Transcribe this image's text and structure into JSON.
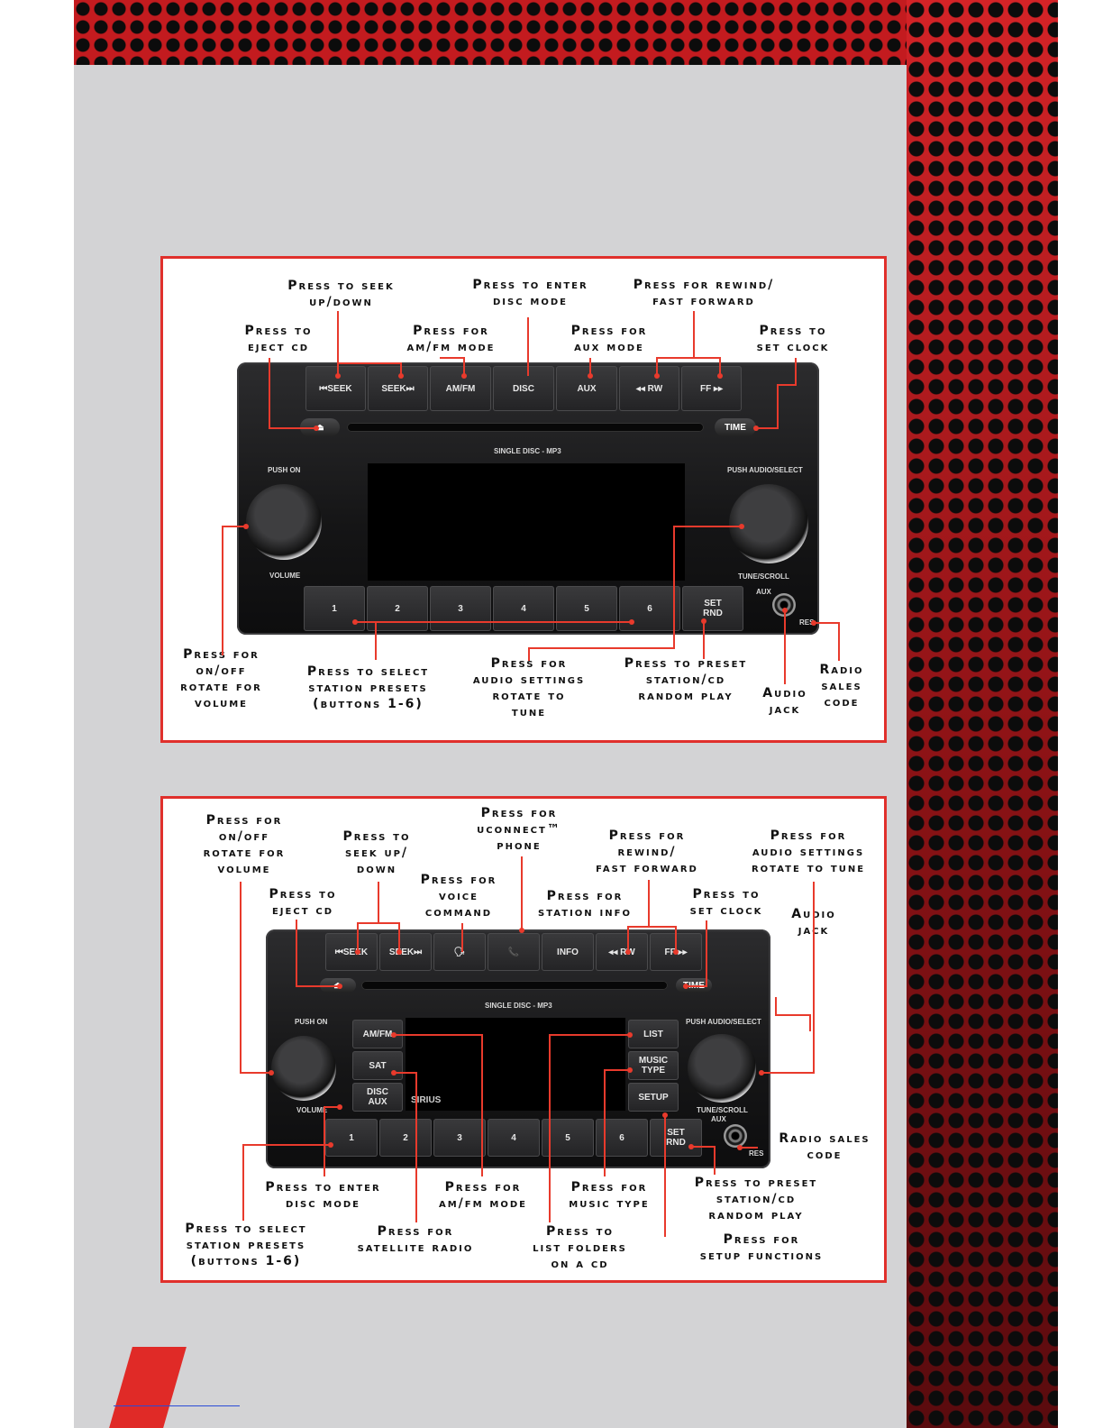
{
  "diagram1": {
    "radio": {
      "buttons": [
        "⏮SEEK",
        "SEEK⏭",
        "AM/FM",
        "DISC",
        "AUX",
        "◂◂ RW",
        "FF ▸▸"
      ],
      "eject": "⏏",
      "time": "TIME",
      "disc_text": "SINGLE DISC - MP3",
      "push_on": "PUSH ON",
      "volume": "VOLUME",
      "push_audio": "PUSH AUDIO/SELECT",
      "tune_scroll": "TUNE/SCROLL",
      "presets": [
        "1",
        "2",
        "3",
        "4",
        "5",
        "6"
      ],
      "set_rnd": "SET\nRND",
      "aux": "AUX",
      "res": "RES"
    },
    "labels": {
      "seek": "Press to Seek\nUp/Down",
      "disc": "Press to Enter\nDisc Mode",
      "rewind": "Press for Rewind/\nFast Forward",
      "eject": "Press to\nEject CD",
      "amfm": "Press for\nAM/FM Mode",
      "aux": "Press for\nAux Mode",
      "clock": "Press to\nSet Clock",
      "onoff": "Press for\nON/OFF\nRotate for\nVolume",
      "presets": "Press to Select\nStation Presets\n(buttons 1-6)",
      "audio": "Press for\nAudio Settings\nRotate to\nTune",
      "preset_station": "Press to Preset\nStation/CD\nRandom Play",
      "jack": "Audio\nJack",
      "sales": "Radio\nSales\nCode"
    }
  },
  "diagram2": {
    "radio": {
      "buttons": [
        "⏮SEEK",
        "SEEK⏭",
        "🗣",
        "📞",
        "INFO",
        "◂◂ RW",
        "FF ▸▸"
      ],
      "eject": "⏏",
      "time": "TIME",
      "disc_text": "SINGLE DISC - MP3",
      "push_on": "PUSH ON",
      "volume": "VOLUME",
      "push_audio": "PUSH AUDIO/SELECT",
      "tune_scroll": "TUNE/SCROLL",
      "left_side": [
        "AM/FM",
        "SAT",
        "DISC\nAUX"
      ],
      "right_side": [
        "LIST",
        "MUSIC\nTYPE",
        "SETUP"
      ],
      "sirius": "SIRIUS",
      "presets": [
        "1",
        "2",
        "3",
        "4",
        "5",
        "6"
      ],
      "set_rnd": "SET\nRND",
      "aux": "AUX",
      "res": "RES"
    },
    "labels": {
      "onoff": "Press for\nON/OFF\nRotate for\nVolume",
      "seek": "Press to\nSeek Up/\nDown",
      "phone": "Press for\nUconnect™\nPhone",
      "rewind": "Press for\nRewind/\nFast Forward",
      "audio": "Press for\nAudio Settings\nRotate to Tune",
      "eject": "Press to\nEject CD",
      "voice": "Press for\nVoice\nCommand",
      "info": "Press for\nStation Info",
      "clock": "Press to\nSet Clock",
      "jack": "Audio\nJack",
      "sales": "Radio Sales\nCode",
      "disc": "Press to Enter\nDisc Mode",
      "amfm": "Press for\nAM/FM Mode",
      "music": "Press for\nMusic Type",
      "preset_station": "Press to Preset\nStation/CD\nRandom Play",
      "presets": "Press to Select\nStation Presets\n(buttons 1-6)",
      "sat": "Press for\nSatellite Radio",
      "list": "Press to\nList Folders\non a CD",
      "setup": "Press for\nSetup Functions"
    }
  },
  "colors": {
    "accent": "#e0302c",
    "grille": "#c31b1f",
    "panel": "#d3d3d5"
  }
}
